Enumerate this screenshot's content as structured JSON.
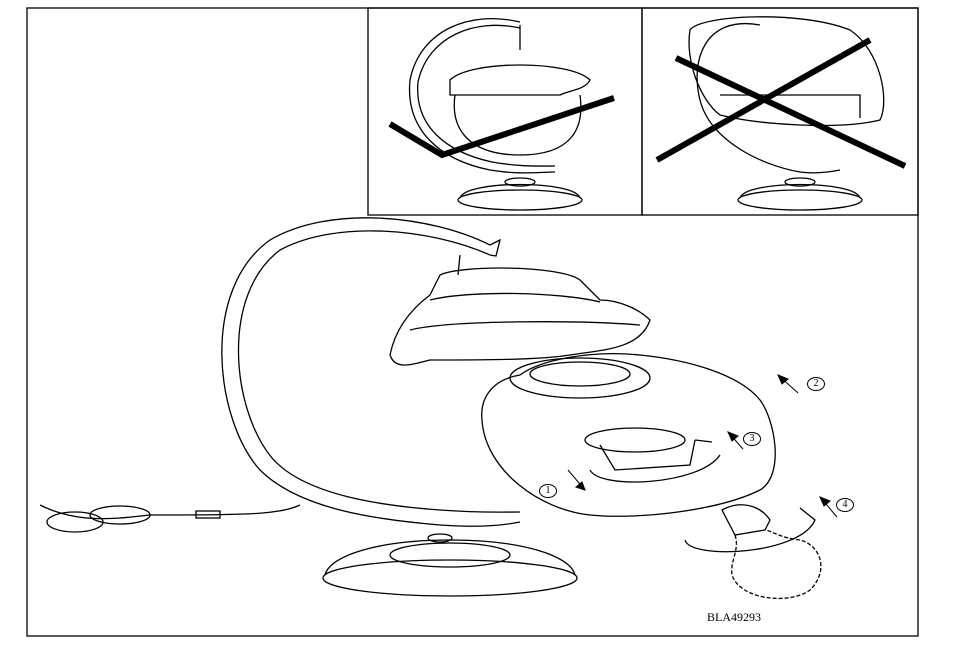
{
  "diagram": {
    "code": "BLA49293",
    "steps": [
      "1",
      "2",
      "3",
      "4"
    ],
    "panels": [
      {
        "name": "correct-usage",
        "mark": "check"
      },
      {
        "name": "incorrect-usage",
        "mark": "cross"
      }
    ],
    "colors": {
      "line": "#000000",
      "background": "#ffffff"
    }
  }
}
